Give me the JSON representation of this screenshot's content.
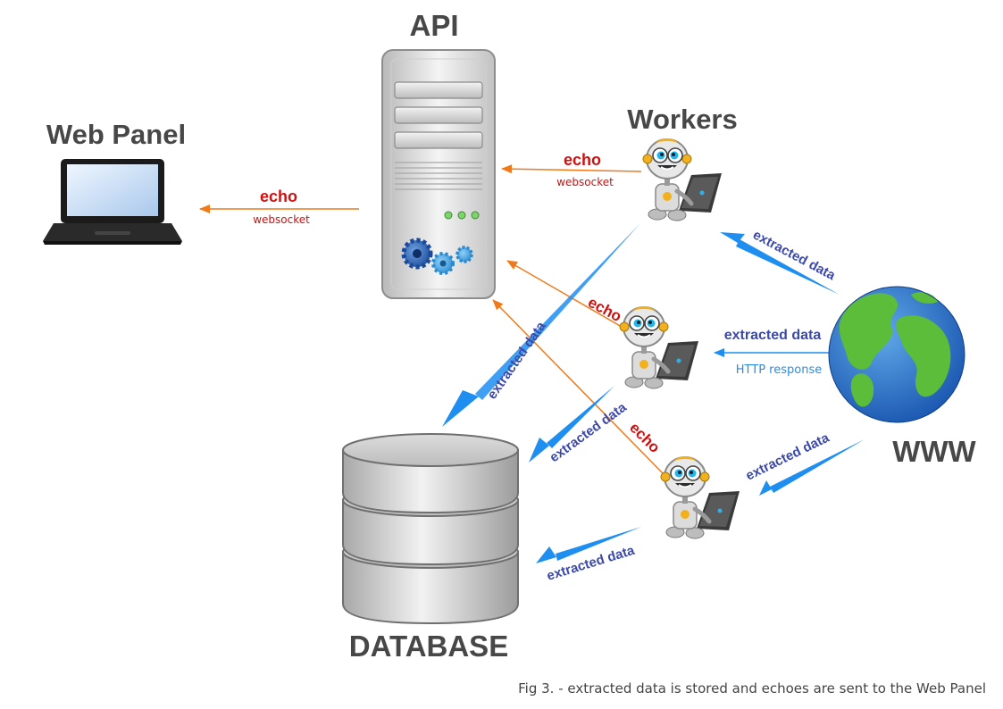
{
  "labels": {
    "api": "API",
    "web_panel": "Web Panel",
    "workers": "Workers",
    "www": "WWW",
    "database": "DATABASE"
  },
  "edges": {
    "echo": "echo",
    "websocket": "websocket",
    "extracted_data": "extracted data",
    "http_response": "HTTP response"
  },
  "caption": "Fig 3. - extracted data is stored and echoes are sent to the Web Panel",
  "colors": {
    "echo_arrow": "#f07a1a",
    "echo_text": "#cc1111",
    "data_arrow": "#1e8ef0",
    "data_text": "#3b49a8",
    "title_text": "#474747"
  },
  "icons": [
    "laptop-icon",
    "server-icon",
    "robot-worker-icon",
    "globe-icon",
    "database-icon"
  ]
}
